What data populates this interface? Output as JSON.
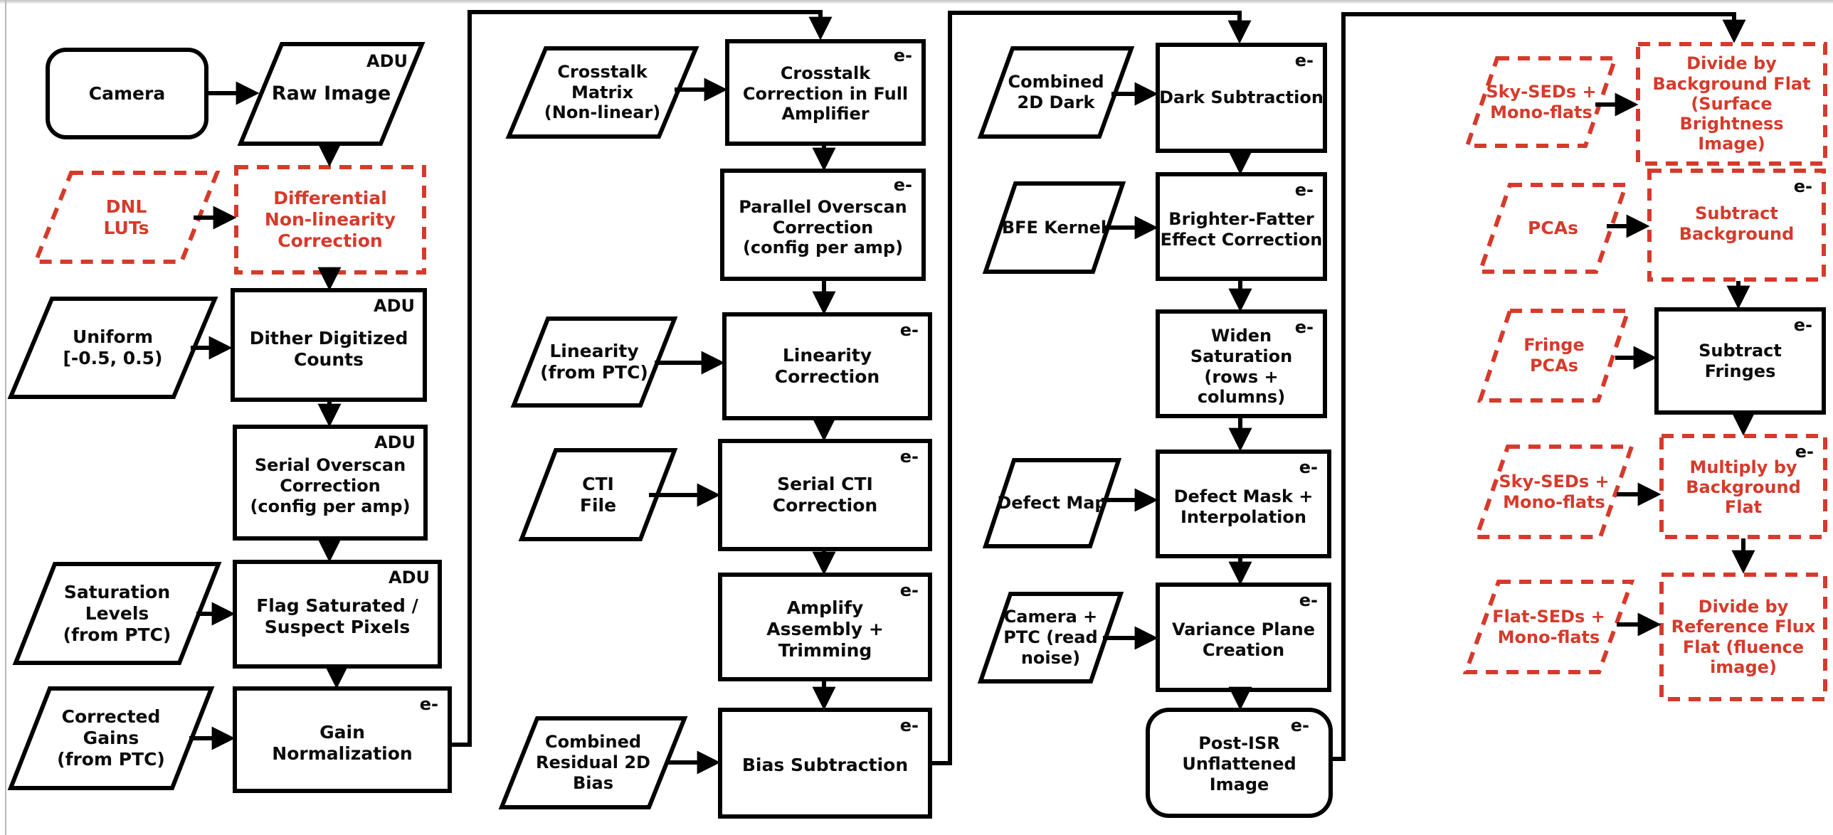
{
  "title": "CCD Instrument Signature Removal (ISR) pipeline flowchart",
  "colors": {
    "red": "#d63a2b",
    "black": "#000000"
  },
  "units_legend": {
    "adu": "ADU",
    "electron": "e-"
  },
  "nodes": {
    "camera": {
      "label": "Camera"
    },
    "raw_image": {
      "label": "Raw Image",
      "unit": "ADU"
    },
    "dnl_luts": {
      "label": "DNL\nLUTs"
    },
    "dnl_correction": {
      "label": "Differential\nNon-linearity\nCorrection"
    },
    "uniform": {
      "label": "Uniform\n[-0.5, 0.5)"
    },
    "dither": {
      "label": "Dither Digitized\nCounts",
      "unit": "ADU"
    },
    "serial_overscan": {
      "label": "Serial Overscan\nCorrection\n(config per amp)",
      "unit": "ADU"
    },
    "saturation_levels": {
      "label": "Saturation\nLevels\n(from PTC)"
    },
    "flag_saturated": {
      "label": "Flag Saturated /\nSuspect Pixels",
      "unit": "ADU"
    },
    "corrected_gains": {
      "label": "Corrected\nGains\n(from PTC)"
    },
    "gain_normalization": {
      "label": "Gain\nNormalization",
      "unit": "e-"
    },
    "crosstalk_matrix": {
      "label": "Crosstalk\nMatrix\n(Non-linear)"
    },
    "crosstalk_correction": {
      "label": "Crosstalk\nCorrection in Full\nAmplifier",
      "unit": "e-"
    },
    "parallel_overscan": {
      "label": "Parallel Overscan\nCorrection\n(config per amp)",
      "unit": "e-"
    },
    "linearity_input": {
      "label": "Linearity\n(from PTC)"
    },
    "linearity_correction": {
      "label": "Linearity\nCorrection",
      "unit": "e-"
    },
    "cti_file": {
      "label": "CTI\nFile"
    },
    "serial_cti": {
      "label": "Serial CTI\nCorrection",
      "unit": "e-"
    },
    "amplify_assembly": {
      "label": "Amplify\nAssembly +\nTrimming",
      "unit": "e-"
    },
    "combined_residual_bias": {
      "label": "Combined\nResidual 2D\nBias"
    },
    "bias_subtraction": {
      "label": "Bias Subtraction",
      "unit": "e-"
    },
    "combined_2d_dark": {
      "label": "Combined\n2D Dark"
    },
    "dark_subtraction": {
      "label": "Dark Subtraction",
      "unit": "e-"
    },
    "bfe_kernel": {
      "label": "BFE Kernel"
    },
    "bfe_correction": {
      "label": "Brighter-Fatter\nEffect Correction",
      "unit": "e-"
    },
    "widen_saturation": {
      "label": "Widen Saturation\n(rows + columns)",
      "unit": "e-"
    },
    "defect_map": {
      "label": "Defect Map"
    },
    "defect_mask": {
      "label": "Defect Mask +\nInterpolation",
      "unit": "e-"
    },
    "camera_ptc": {
      "label": "Camera +\nPTC (read\nnoise)"
    },
    "variance_plane": {
      "label": "Variance Plane\nCreation",
      "unit": "e-"
    },
    "post_isr": {
      "label": "Post-ISR\nUnflattened\nImage",
      "unit": "e-"
    },
    "sky_seds_1": {
      "label": "Sky-SEDs +\nMono-flats"
    },
    "divide_background_flat": {
      "label": "Divide by\nBackground Flat\n(Surface\nBrightness\nImage)"
    },
    "pcas": {
      "label": "PCAs"
    },
    "subtract_background": {
      "label": "Subtract\nBackground",
      "unit": "e-"
    },
    "fringe_pcas": {
      "label": "Fringe\nPCAs"
    },
    "subtract_fringes": {
      "label": "Subtract\nFringes",
      "unit": "e-"
    },
    "sky_seds_2": {
      "label": "Sky-SEDs +\nMono-flats"
    },
    "multiply_background_flat": {
      "label": "Multiply by\nBackground\nFlat",
      "unit": "e-"
    },
    "flat_seds": {
      "label": "Flat-SEDs +\nMono-flats"
    },
    "divide_reference_flat": {
      "label": "Divide by\nReference Flux\nFlat (fluence\nimage)"
    }
  },
  "edges": [
    {
      "from": "camera",
      "to": "raw_image"
    },
    {
      "from": "raw_image",
      "to": "dnl_correction"
    },
    {
      "from": "dnl_luts",
      "to": "dnl_correction"
    },
    {
      "from": "dnl_correction",
      "to": "dither"
    },
    {
      "from": "uniform",
      "to": "dither"
    },
    {
      "from": "dither",
      "to": "serial_overscan"
    },
    {
      "from": "serial_overscan",
      "to": "flag_saturated"
    },
    {
      "from": "saturation_levels",
      "to": "flag_saturated"
    },
    {
      "from": "flag_saturated",
      "to": "gain_normalization"
    },
    {
      "from": "corrected_gains",
      "to": "gain_normalization"
    },
    {
      "from": "gain_normalization",
      "to": "crosstalk_correction"
    },
    {
      "from": "crosstalk_matrix",
      "to": "crosstalk_correction"
    },
    {
      "from": "crosstalk_correction",
      "to": "parallel_overscan"
    },
    {
      "from": "parallel_overscan",
      "to": "linearity_correction"
    },
    {
      "from": "linearity_input",
      "to": "linearity_correction"
    },
    {
      "from": "linearity_correction",
      "to": "serial_cti"
    },
    {
      "from": "cti_file",
      "to": "serial_cti"
    },
    {
      "from": "serial_cti",
      "to": "amplify_assembly"
    },
    {
      "from": "amplify_assembly",
      "to": "bias_subtraction"
    },
    {
      "from": "combined_residual_bias",
      "to": "bias_subtraction"
    },
    {
      "from": "bias_subtraction",
      "to": "dark_subtraction"
    },
    {
      "from": "combined_2d_dark",
      "to": "dark_subtraction"
    },
    {
      "from": "dark_subtraction",
      "to": "bfe_correction"
    },
    {
      "from": "bfe_kernel",
      "to": "bfe_correction"
    },
    {
      "from": "bfe_correction",
      "to": "widen_saturation"
    },
    {
      "from": "widen_saturation",
      "to": "defect_mask"
    },
    {
      "from": "defect_map",
      "to": "defect_mask"
    },
    {
      "from": "defect_mask",
      "to": "variance_plane"
    },
    {
      "from": "camera_ptc",
      "to": "variance_plane"
    },
    {
      "from": "variance_plane",
      "to": "post_isr"
    },
    {
      "from": "post_isr",
      "to": "divide_background_flat"
    },
    {
      "from": "sky_seds_1",
      "to": "divide_background_flat"
    },
    {
      "from": "pcas",
      "to": "subtract_background"
    },
    {
      "from": "subtract_background",
      "to": "subtract_fringes"
    },
    {
      "from": "fringe_pcas",
      "to": "subtract_fringes"
    },
    {
      "from": "subtract_fringes",
      "to": "multiply_background_flat"
    },
    {
      "from": "sky_seds_2",
      "to": "multiply_background_flat"
    },
    {
      "from": "multiply_background_flat",
      "to": "divide_reference_flat"
    },
    {
      "from": "flat_seds",
      "to": "divide_reference_flat"
    }
  ]
}
